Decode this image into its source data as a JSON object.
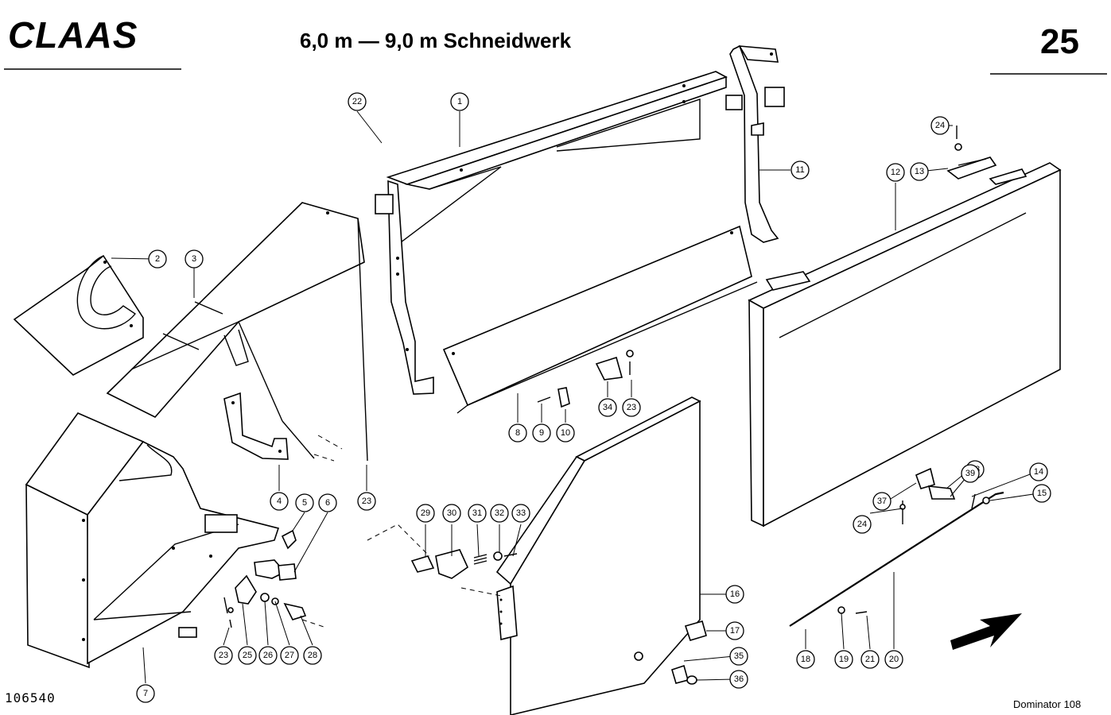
{
  "header": {
    "brand": "CLAAS",
    "title": "6,0 m — 9,0 m Schneidwerk",
    "page_number": "25"
  },
  "footer": {
    "doc_number": "106540",
    "model": "Dominator 108"
  },
  "callouts": [
    {
      "label": "1"
    },
    {
      "label": "2"
    },
    {
      "label": "3"
    },
    {
      "label": "4"
    },
    {
      "label": "5"
    },
    {
      "label": "6"
    },
    {
      "label": "7"
    },
    {
      "label": "8"
    },
    {
      "label": "9"
    },
    {
      "label": "10"
    },
    {
      "label": "11"
    },
    {
      "label": "12"
    },
    {
      "label": "13"
    },
    {
      "label": "14"
    },
    {
      "label": "15"
    },
    {
      "label": "16"
    },
    {
      "label": "17"
    },
    {
      "label": "18"
    },
    {
      "label": "19"
    },
    {
      "label": "20"
    },
    {
      "label": "21"
    },
    {
      "label": "22"
    },
    {
      "label": "23"
    },
    {
      "label": "23"
    },
    {
      "label": "23"
    },
    {
      "label": "24"
    },
    {
      "label": "24"
    },
    {
      "label": "25"
    },
    {
      "label": "26"
    },
    {
      "label": "27"
    },
    {
      "label": "28"
    },
    {
      "label": "29"
    },
    {
      "label": "30"
    },
    {
      "label": "31"
    },
    {
      "label": "32"
    },
    {
      "label": "33"
    },
    {
      "label": "34"
    },
    {
      "label": "35"
    },
    {
      "label": "36"
    },
    {
      "label": "37"
    },
    {
      "label": "38"
    },
    {
      "label": "39"
    }
  ]
}
